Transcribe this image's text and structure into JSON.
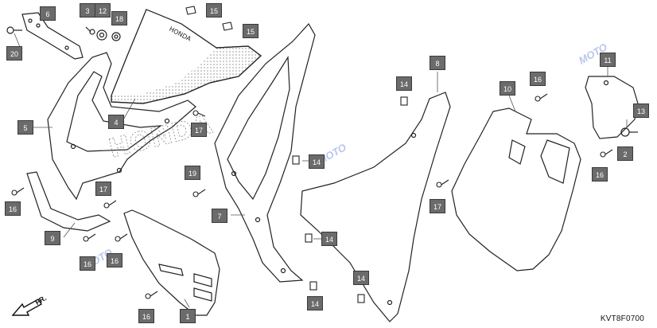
{
  "diagram": {
    "code": "KVT8F0700",
    "direction_label": "FR.",
    "watermark_text": "MOTO",
    "brand_lettering": [
      "HONDA",
      "HONDA"
    ],
    "callout_color": "#6b6b6b"
  },
  "callouts": [
    {
      "id": "c6",
      "label": "6"
    },
    {
      "id": "c3",
      "label": "3"
    },
    {
      "id": "c12",
      "label": "12"
    },
    {
      "id": "c18",
      "label": "18"
    },
    {
      "id": "c15a",
      "label": "15"
    },
    {
      "id": "c15b",
      "label": "15"
    },
    {
      "id": "c20",
      "label": "20"
    },
    {
      "id": "c5",
      "label": "5"
    },
    {
      "id": "c4",
      "label": "4"
    },
    {
      "id": "c17a",
      "label": "17"
    },
    {
      "id": "c14a",
      "label": "14"
    },
    {
      "id": "c8",
      "label": "8"
    },
    {
      "id": "c11",
      "label": "11"
    },
    {
      "id": "c10",
      "label": "10"
    },
    {
      "id": "c16a",
      "label": "16"
    },
    {
      "id": "c13",
      "label": "13"
    },
    {
      "id": "c2",
      "label": "2"
    },
    {
      "id": "c14b",
      "label": "14"
    },
    {
      "id": "c19",
      "label": "19"
    },
    {
      "id": "c16b",
      "label": "16"
    },
    {
      "id": "c17b",
      "label": "17"
    },
    {
      "id": "c7",
      "label": "7"
    },
    {
      "id": "c16c",
      "label": "16"
    },
    {
      "id": "c17c",
      "label": "17"
    },
    {
      "id": "c9",
      "label": "9"
    },
    {
      "id": "c14c",
      "label": "14"
    },
    {
      "id": "c16d",
      "label": "16"
    },
    {
      "id": "c16e",
      "label": "16"
    },
    {
      "id": "c14d",
      "label": "14"
    },
    {
      "id": "c14e",
      "label": "14"
    },
    {
      "id": "c16f",
      "label": "16"
    },
    {
      "id": "c1",
      "label": "1"
    }
  ]
}
